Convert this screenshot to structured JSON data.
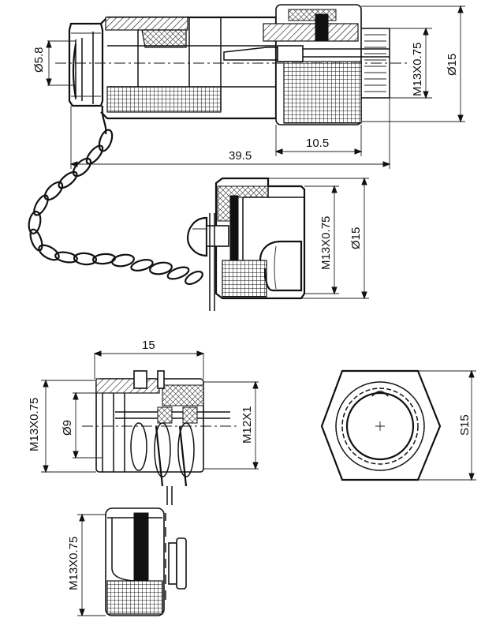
{
  "dimensions": {
    "pin_diameter": "Ø5.8",
    "thread_top": "M13X0.75",
    "outer_diameter_top": "Ø15",
    "nut_length": "10.5",
    "overall_length": "39.5",
    "cap_thread": "M13X0.75",
    "cap_diameter": "Ø15",
    "socket_length": "15",
    "socket_thread": "M13X0.75",
    "socket_inner_diameter": "Ø9",
    "panel_thread": "M12X1",
    "hex_size": "S15",
    "cap2_thread": "M13X0.75"
  }
}
